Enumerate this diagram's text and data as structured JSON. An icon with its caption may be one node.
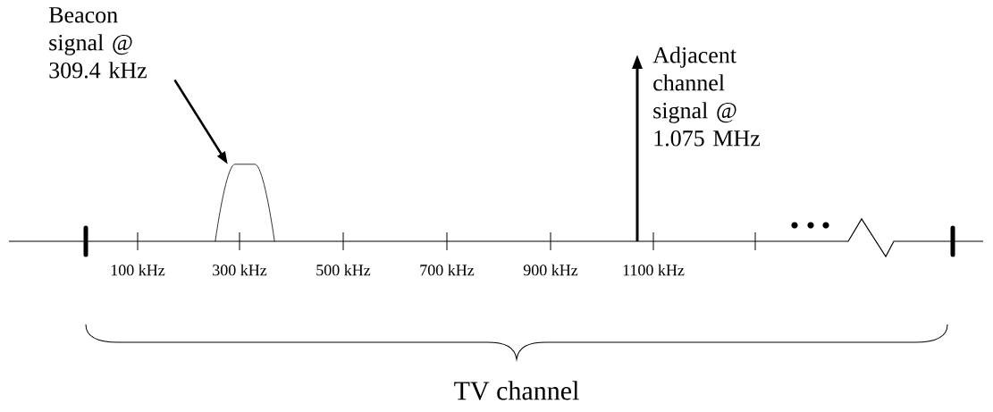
{
  "diagram": {
    "nodes": [
      {
        "text": [
          "Beacon signal @ 309.4 kHz"
        ]
      },
      {
        "text": [],
        "shape": "bar"
      }
    ],
    "edges": [
      {
        "from": 0,
        "to": 1,
        "arrow": "to"
      }
    ],
    "labels": [
      "Adjacent channel signal @ 1.075 MHz",
      "100 kHz",
      "300 kHz",
      "500 kHz",
      "700 kHz",
      "900 kHz",
      "1100 kHz",
      "TV channel"
    ]
  }
}
